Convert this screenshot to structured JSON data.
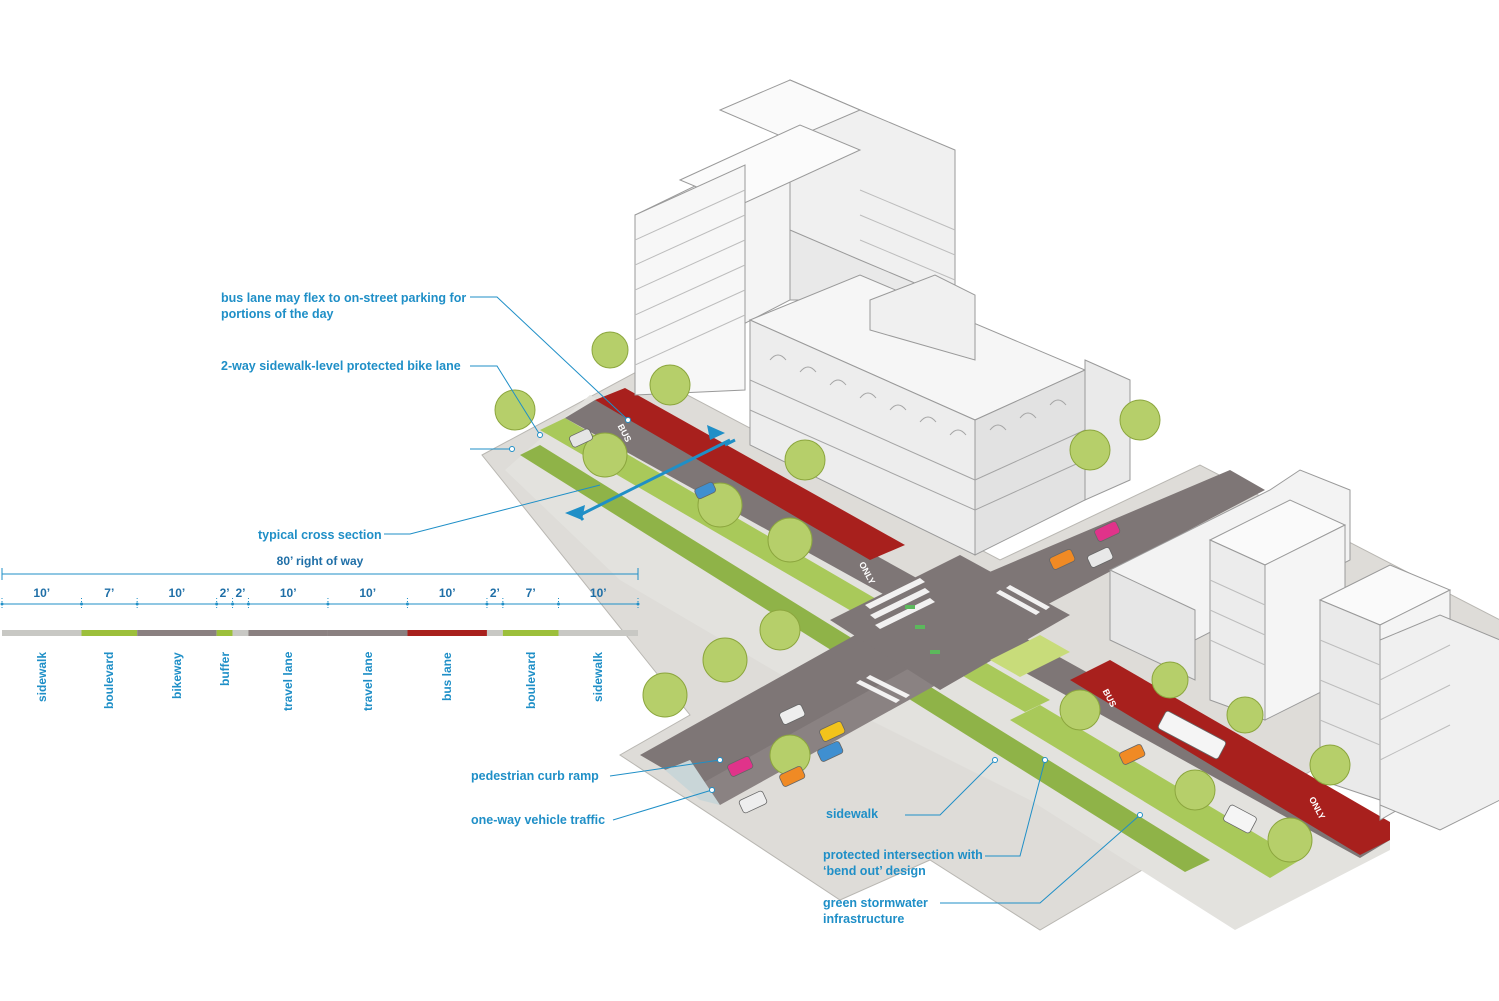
{
  "callouts": {
    "bus_lane_flex": "bus lane may flex to on-street parking for portions of the day",
    "bike_lane": "2-way sidewalk-level protected bike lane",
    "cross_section": "typical cross section",
    "curb_ramp": "pedestrian curb ramp",
    "one_way": "one-way vehicle traffic",
    "sidewalk": "sidewalk",
    "protected_intersection": "protected intersection with ‘bend out’ design",
    "stormwater": "green stormwater infrastructure"
  },
  "road_markings": {
    "bus": "BUS",
    "only": "ONLY"
  },
  "section": {
    "total": "80’ right of way",
    "segments": [
      {
        "width": "10’",
        "name": "sidewalk",
        "color": "#c8c8c4"
      },
      {
        "width": "7’",
        "name": "boulevard",
        "color": "#9cbf3b"
      },
      {
        "width": "10’",
        "name": "bikeway",
        "color": "#8a8080"
      },
      {
        "width": "2’",
        "name": "buffer",
        "color": "#9cbf3b"
      },
      {
        "width": "2’",
        "name": "",
        "color": "#c8c8c4"
      },
      {
        "width": "10’",
        "name": "travel lane",
        "color": "#8a8080"
      },
      {
        "width": "10’",
        "name": "travel lane",
        "color": "#8a8080"
      },
      {
        "width": "10’",
        "name": "bus lane",
        "color": "#a8201d"
      },
      {
        "width": "2’",
        "name": "",
        "color": "#c8c8c4"
      },
      {
        "width": "7’",
        "name": "boulevard",
        "color": "#9cbf3b"
      },
      {
        "width": "10’",
        "name": "sidewalk",
        "color": "#c8c8c4"
      }
    ]
  },
  "colors": {
    "accent": "#1f8fc7",
    "road": "#7e7676",
    "bus_lane": "#a8201d",
    "green": "#9cbf3b",
    "sidewalk": "#d9d8d4",
    "building": "#f2f2f2"
  }
}
